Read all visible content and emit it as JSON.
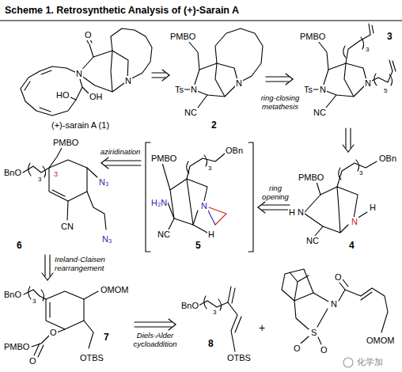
{
  "diagram": {
    "title": "Scheme 1. Retrosynthetic Analysis of (+)-Sarain A",
    "labels": [
      "O",
      "N",
      "N",
      "HO",
      "OH",
      "(+)-sarain A (1)",
      "PMBO",
      "Ts",
      "N",
      "N",
      "NC",
      "2",
      "ring-closing metathesis",
      "PMBO",
      "3",
      "3",
      "Ts",
      "N",
      "N",
      "5",
      "NC",
      "OBn",
      "PMBO",
      "3",
      "H",
      "N",
      "N",
      "H",
      "NC",
      "4",
      "ring opening",
      "PMBO",
      "OBn",
      "3",
      "H₂N",
      "N",
      "NC",
      "H",
      "5",
      "aziridination",
      "PMBO",
      "BnO",
      "3",
      "3",
      "N₃",
      "CN",
      "N₃",
      "6",
      "Ireland-Claisen rearrangement",
      "BnO",
      "3",
      "OMOM",
      "O",
      "PMBO",
      "O",
      "OTBS",
      "7",
      "Diels-Alder cycloaddition",
      "BnO",
      "3",
      "8",
      "OTBS",
      "+",
      "O",
      "N",
      "S",
      "O",
      "O",
      "OMOM",
      "化学加"
    ]
  }
}
